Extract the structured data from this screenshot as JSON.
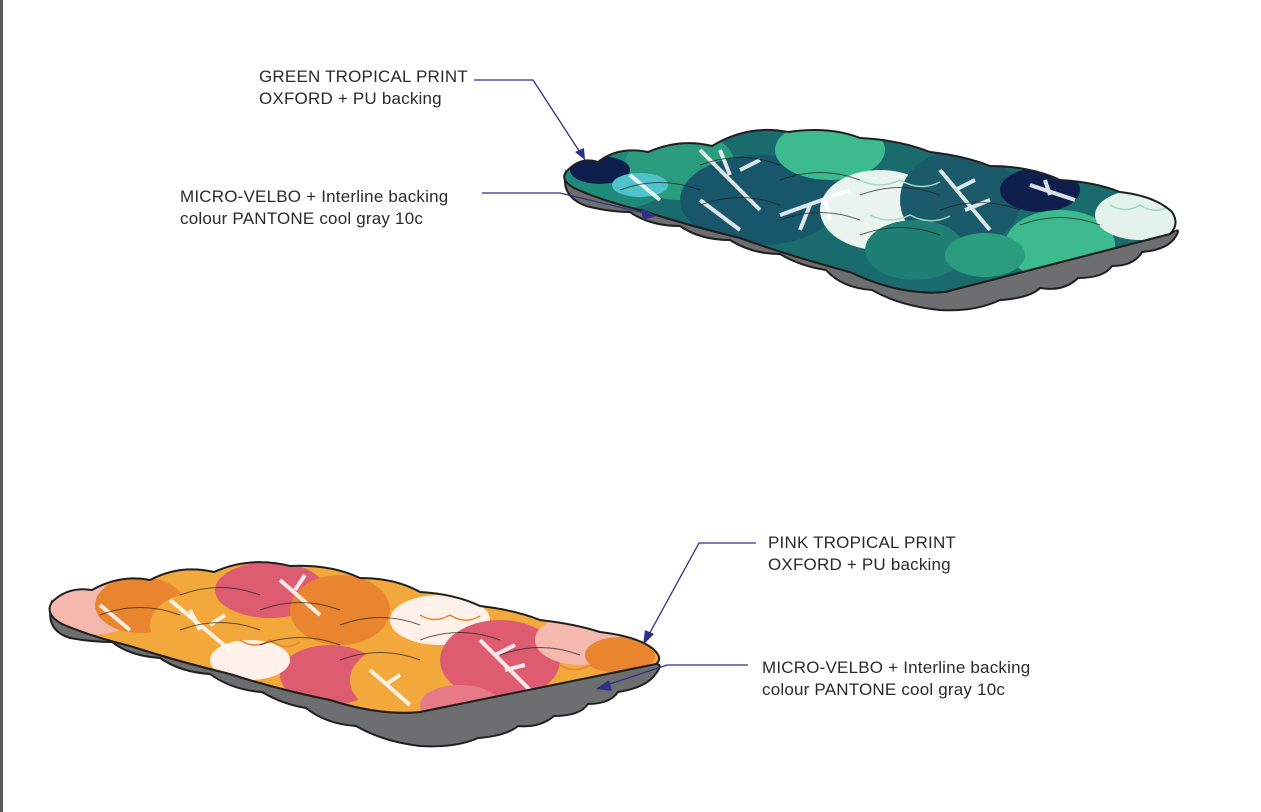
{
  "colors": {
    "page_background": "#ffffff",
    "leader_line": "#2e2f86",
    "backing_gray": "#6d6e70",
    "outline": "#1f1f1f"
  },
  "cushions": [
    {
      "id": "green",
      "top_label": {
        "line1": "GREEN TROPICAL PRINT",
        "line2": "OXFORD + PU backing"
      },
      "bottom_label": {
        "line1": "MICRO-VELBO + Interline backing",
        "line2": "colour PANTONE cool gray 10c"
      },
      "print_palette": [
        "#1a7f73",
        "#1a5a6b",
        "#3dbb8f",
        "#0f1f4d",
        "#4fc3c9",
        "#e9f4ef"
      ]
    },
    {
      "id": "pink",
      "top_label": {
        "line1": "PINK TROPICAL PRINT",
        "line2": "OXFORD + PU backing"
      },
      "bottom_label": {
        "line1": "MICRO-VELBO + Interline backing",
        "line2": "colour PANTONE cool gray 10c"
      },
      "print_palette": [
        "#e8852e",
        "#f2a83b",
        "#dd5c70",
        "#e87a88",
        "#f4b8ae",
        "#fff1ea"
      ]
    }
  ]
}
